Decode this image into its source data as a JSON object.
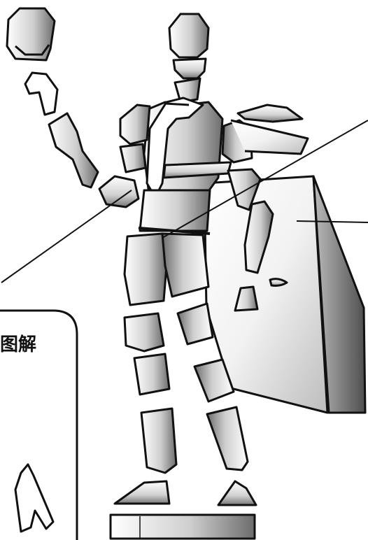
{
  "diagram": {
    "kind": "exploded-figure-parts",
    "callout": {
      "title": "图解"
    },
    "leader_lines": 3,
    "colors": {
      "outline": "#111111",
      "part_light": "#ffffff",
      "part_mid": "#c8c8c8",
      "part_dark": "#6a6a6a",
      "background": "#ffffff"
    }
  }
}
